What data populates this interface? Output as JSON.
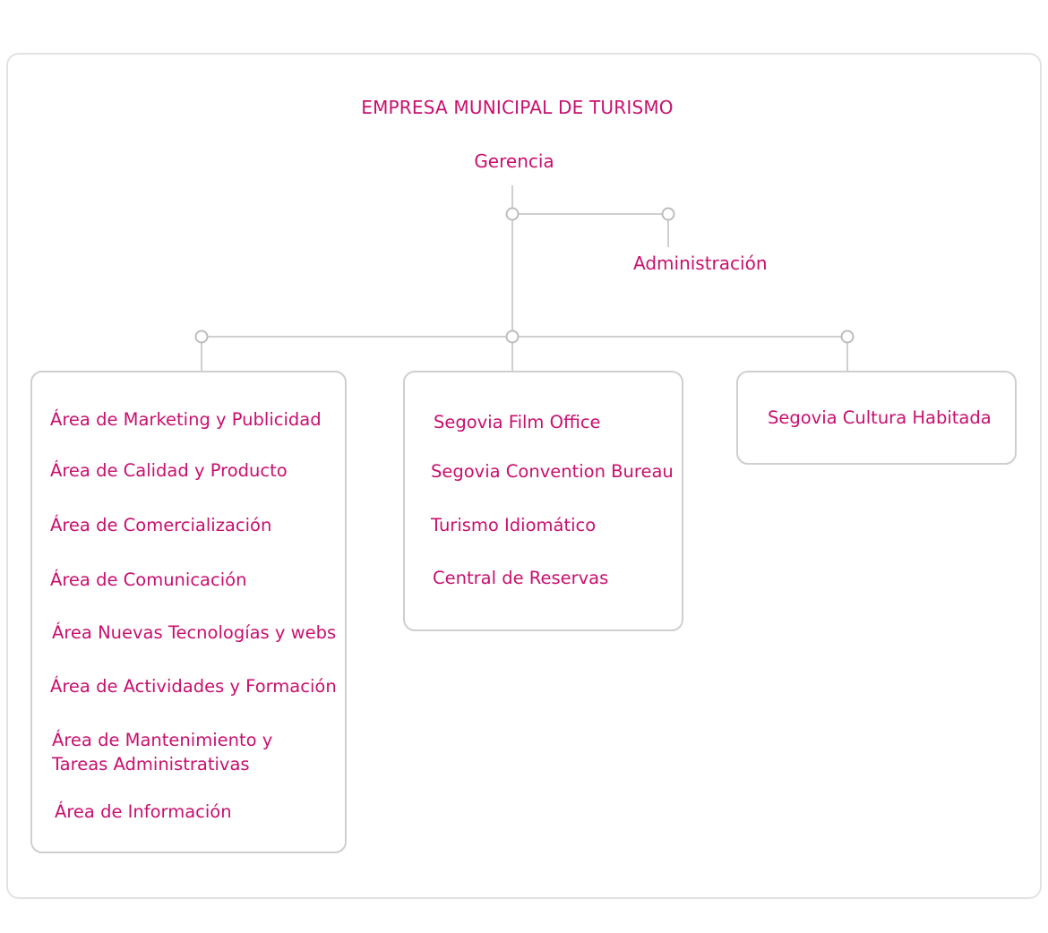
{
  "organization": {
    "title": "EMPRESA MUNICIPAL DE TURISMO",
    "top_unit": "Gerencia",
    "staff_unit": "Administración"
  },
  "areas_box": {
    "items": [
      "Área de Marketing y Publicidad",
      "Área de Calidad y Producto",
      "Área de Comercialización",
      "Área de Comunicación",
      "Área Nuevas Tecnologías y webs",
      "Área de Actividades y Formación",
      "Área de Mantenimiento y",
      "Tareas Administrativas",
      "Área de Información"
    ]
  },
  "services_box": {
    "items": [
      "Segovia Film Office",
      "Segovia Convention Bureau",
      "Turismo Idiomático",
      "Central de Reservas"
    ]
  },
  "culture_box": {
    "items": [
      "Segovia Cultura Habitada"
    ]
  },
  "colors": {
    "text": "#c8106e",
    "lines": "#cfcfcf",
    "frame": "#e2e2e2"
  }
}
